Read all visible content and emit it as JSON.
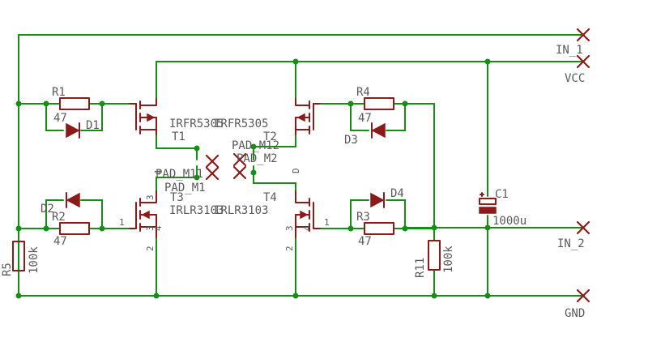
{
  "schematic": {
    "terminals": {
      "in1": "IN_1",
      "vcc": "VCC",
      "in2": "IN_2",
      "gnd": "GND"
    },
    "resistors": {
      "r1": {
        "ref": "R1",
        "value": "47"
      },
      "r2": {
        "ref": "R2",
        "value": "47"
      },
      "r3": {
        "ref": "R3",
        "value": "47"
      },
      "r4": {
        "ref": "R4",
        "value": "47"
      },
      "r5": {
        "ref": "R5",
        "value": "100k"
      },
      "r11": {
        "ref": "R11",
        "value": "100k"
      }
    },
    "diodes": {
      "d1": "D1",
      "d2": "D2",
      "d3": "D3",
      "d4": "D4"
    },
    "transistors": {
      "t1": {
        "ref": "T1",
        "part": "IRFR5305"
      },
      "t2": {
        "ref": "T2",
        "part": "IRFR5305"
      },
      "t3": {
        "ref": "T3",
        "part": "IRLR3103"
      },
      "t4": {
        "ref": "T4",
        "part": "IRLR3103"
      }
    },
    "capacitor": {
      "ref": "C1",
      "value": "1000u"
    },
    "pads": {
      "m1": "PAD_M1",
      "m2": "PAD_M2",
      "m11": "PAD_M11",
      "m12": "PAD_M12"
    },
    "pins": {
      "p1": "1",
      "p2": "2",
      "p3": "3",
      "p4": "4",
      "pd": "D"
    },
    "colors": {
      "wire": "#168e16",
      "device": "#8b1a1a",
      "label": "#5a5a5a"
    }
  }
}
